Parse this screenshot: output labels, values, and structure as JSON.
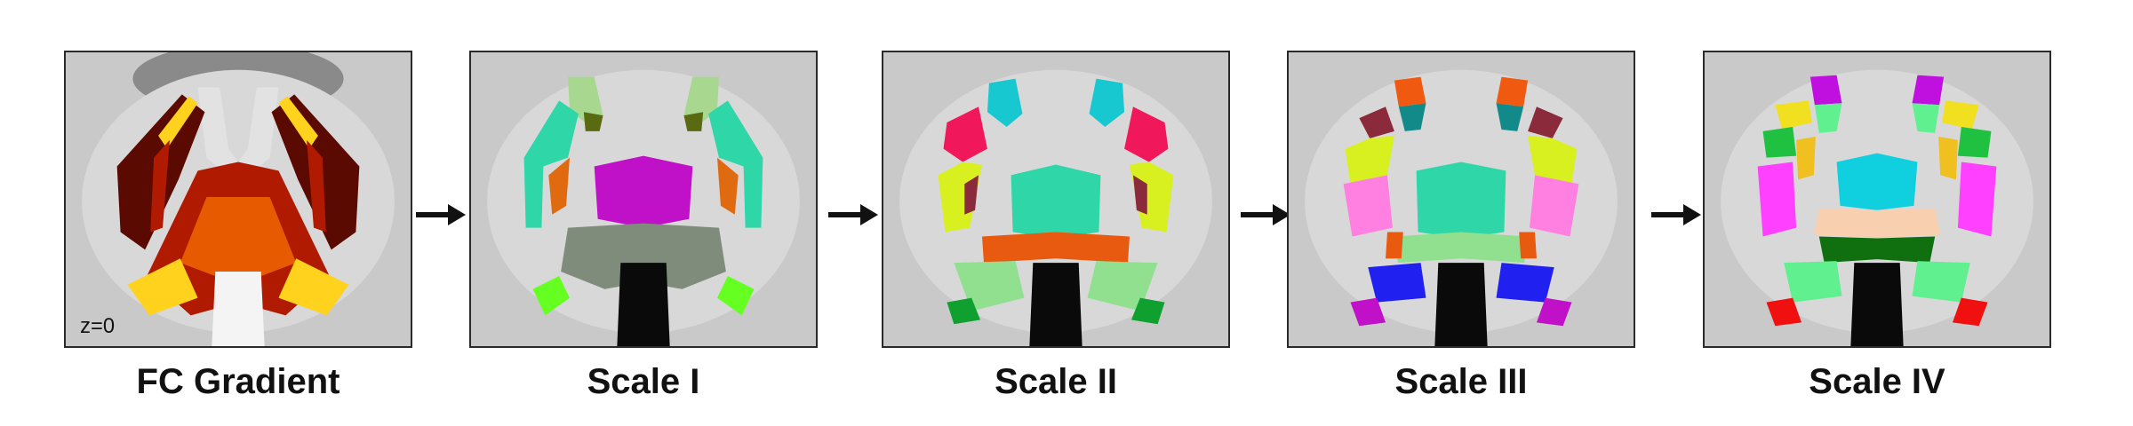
{
  "panels": [
    {
      "caption": "FC Gradient",
      "slice_label": "z=0"
    },
    {
      "caption": "Scale I"
    },
    {
      "caption": "Scale II"
    },
    {
      "caption": "Scale III"
    },
    {
      "caption": "Scale IV"
    }
  ],
  "arrow_icon": "right-arrow-icon",
  "colors": {
    "background_gray": "#c9c9c9",
    "ventricle": "#d9d9d9",
    "brainstem": "#0a0a0a",
    "gradient_dark": "#5a0a00",
    "gradient_red": "#b01a00",
    "gradient_orange": "#e85a00",
    "gradient_yellow": "#ffd21e",
    "gradient_white": "#f4f4f4",
    "scale1": [
      "#2ed6a8",
      "#a8d890",
      "#5a6a10",
      "#e06a10",
      "#c010c8",
      "#7f8c7c",
      "#66ff22"
    ],
    "scale2": [
      "#18c8d0",
      "#f0185a",
      "#d8f020",
      "#8a2a3a",
      "#2ed6a8",
      "#e85a10",
      "#90e090",
      "#10a030"
    ],
    "scale3": [
      "#f05a10",
      "#138a8a",
      "#8a2a3a",
      "#d8f020",
      "#ff80e0",
      "#2ed6a8",
      "#90e090",
      "#e85a10",
      "#2020f0",
      "#c010c8"
    ],
    "scale4": [
      "#c010e0",
      "#f0e020",
      "#20c040",
      "#f0c020",
      "#ff40ff",
      "#10d0e0",
      "#f8d0b0",
      "#107010",
      "#60f090",
      "#f01010"
    ]
  }
}
